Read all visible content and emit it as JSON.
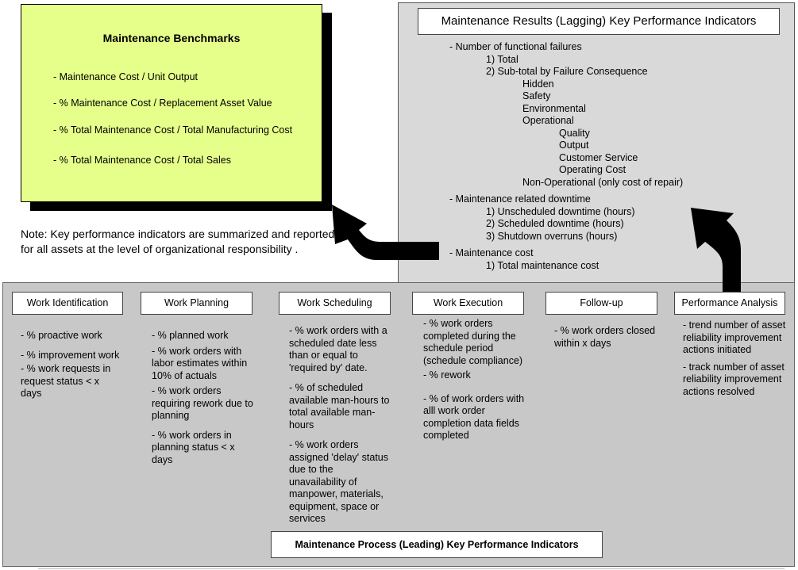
{
  "benchmarks": {
    "title": "Maintenance Benchmarks",
    "items": [
      "- Maintenance Cost / Unit Output",
      "- % Maintenance Cost / Replacement Asset Value",
      "- % Total Maintenance Cost / Total Manufacturing Cost",
      "- % Total Maintenance Cost / Total Sales"
    ]
  },
  "lagging": {
    "title": "Maintenance Results (Lagging)  Key Performance Indicators",
    "lines": [
      {
        "indent": 0,
        "text": "- Number of functional failures"
      },
      {
        "indent": 1,
        "text": "1) Total"
      },
      {
        "indent": 1,
        "text": "2) Sub-total by Failure Consequence"
      },
      {
        "indent": 2,
        "text": "Hidden"
      },
      {
        "indent": 2,
        "text": "Safety"
      },
      {
        "indent": 2,
        "text": "Environmental"
      },
      {
        "indent": 2,
        "text": "Operational"
      },
      {
        "indent": 3,
        "text": "Quality"
      },
      {
        "indent": 3,
        "text": "Output"
      },
      {
        "indent": 3,
        "text": "Customer Service"
      },
      {
        "indent": 3,
        "text": "Operating Cost"
      },
      {
        "indent": 2,
        "text": "Non-Operational (only cost of repair)"
      },
      {
        "indent": 0,
        "text": "- Maintenance related downtime"
      },
      {
        "indent": 1,
        "text": "1) Unscheduled downtime (hours)"
      },
      {
        "indent": 1,
        "text": "2) Scheduled downtime (hours)"
      },
      {
        "indent": 1,
        "text": "3) Shutdown overruns (hours)"
      },
      {
        "indent": 0,
        "text": "- Maintenance cost"
      },
      {
        "indent": 1,
        "text": "1) Total maintenance cost"
      }
    ]
  },
  "note": "Note: Key performance indicators are summarized and reported for all assets at the level of organizational responsibility .",
  "leading": {
    "title": "Maintenance Process (Leading) Key Performance Indicators",
    "phases": [
      {
        "label": "Work Identification",
        "items": [
          "- % proactive work",
          "- % improvement work",
          "- % work requests in request status < x days"
        ]
      },
      {
        "label": "Work Planning",
        "items": [
          "- % planned work",
          "- % work orders with labor estimates within 10% of actuals",
          "- % work orders requiring rework due to planning",
          "- % work orders in planning status < x days"
        ]
      },
      {
        "label": "Work Scheduling",
        "items": [
          "- % work orders with a scheduled date less than or equal to 'required by' date.",
          "- % of scheduled available man-hours to total available man-hours",
          "- % work orders assigned 'delay' status due to the unavailability of manpower, materials, equipment, space or services"
        ]
      },
      {
        "label": "Work Execution",
        "items": [
          "- % work orders completed during the schedule period (schedule compliance)",
          "- % rework",
          "- % of work orders with alll work order completion data fields completed"
        ]
      },
      {
        "label": "Follow-up",
        "items": [
          "- % work orders closed within x days"
        ]
      },
      {
        "label": "Performance Analysis",
        "items": [
          "- trend number of asset reliability improvement actions initiated",
          "- track number of asset reliability improvement actions resolved"
        ]
      }
    ]
  },
  "colors": {
    "benchmark_fill": "#e6ff8a",
    "lagging_fill": "#d9d9d9",
    "leading_fill": "#c8c8c8",
    "arrow": "#000000"
  }
}
